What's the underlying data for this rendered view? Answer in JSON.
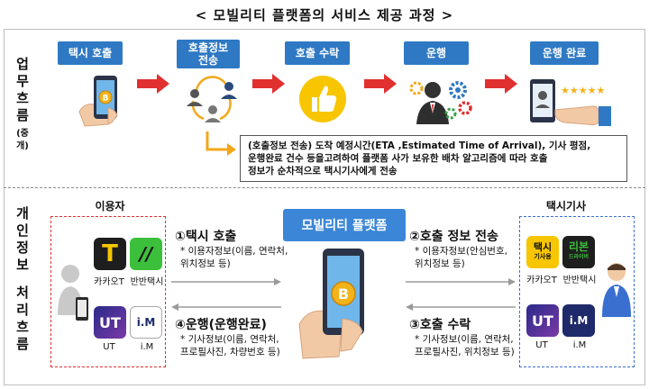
{
  "title": "< 모빌리티 플랫폼의 서비스 제공 과정 >",
  "section1": {
    "label_chars": [
      "업",
      "무",
      "흐",
      "름"
    ],
    "label_sub": [
      "(중",
      "개)"
    ],
    "steps": [
      {
        "label": "택시 호출"
      },
      {
        "label_line1": "호출정보",
        "label_line2": "전송"
      },
      {
        "label": "호출 수락"
      },
      {
        "label": "운행"
      },
      {
        "label": "운행 완료"
      }
    ],
    "note_lines": [
      "(호출정보 전송) 도착 예정시간(ETA ,Estimated Time of Arrival), 기사 평점,",
      "운행완료 건수 등을고려하여 플랫폼 사가 보유한 배차 알고리즘에 따라 호출",
      "정보가 순차적으로 택시기사에게 전송"
    ]
  },
  "section2": {
    "label_chars": [
      "개",
      "인",
      "정",
      "보",
      "",
      "처",
      "리",
      "흐",
      "름"
    ],
    "user_title": "이용자",
    "driver_title": "택시기사",
    "platform": "모빌리티 플랫폼",
    "user_apps": [
      {
        "label": "카카오T",
        "icon_text": "T"
      },
      {
        "label": "반반택시",
        "icon_text": "//"
      },
      {
        "label": "UT",
        "icon_text": "UT"
      },
      {
        "label": "i.M",
        "icon_text": "i.M"
      }
    ],
    "driver_apps": [
      {
        "label": "카카오T",
        "icon_line1": "택시",
        "icon_line2": "기사용"
      },
      {
        "label": "반반택시",
        "icon_line1": "리본",
        "icon_line2": "드라이버"
      },
      {
        "label": "UT",
        "icon_text": "UT"
      },
      {
        "label": "i.M",
        "icon_text": "i.M"
      }
    ],
    "flows": {
      "f1_title": "①택시 호출",
      "f1_sub1": "* 이용자정보(이름, 연락처,",
      "f1_sub2": "위치정보 등)",
      "f2_title": "②호출 정보 전송",
      "f2_sub1": "* 이용자정보(안심번호,",
      "f2_sub2": "위치정보 등)",
      "f3_title": "③호출 수락",
      "f3_sub1": "* 기사정보(이름, 연락처,",
      "f3_sub2": "프로필사진, 위치정보 등)",
      "f4_title": "④운행(운행완료)",
      "f4_sub1": "* 기사정보(이름, 연락처,",
      "f4_sub2": "프로필사진, 차량번호 등)"
    }
  },
  "colors": {
    "blue": "#2f79c4",
    "red_arrow": "#e0302f",
    "coin": "#f2b21a",
    "thumb": "#f7c600"
  }
}
